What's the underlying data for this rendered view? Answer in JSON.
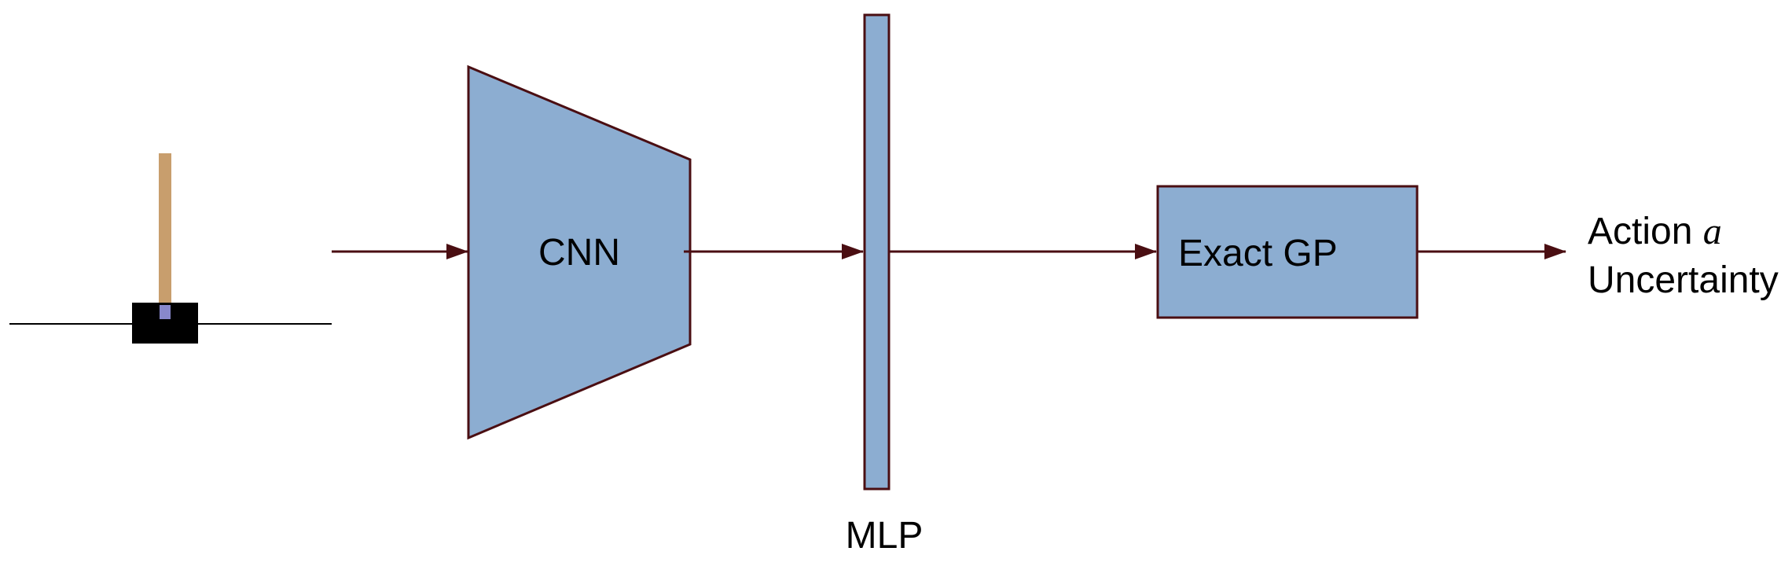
{
  "labels": {
    "cnn": "CNN",
    "mlp": "MLP",
    "gp": "Exact GP",
    "output_action": "Action",
    "output_action_var": "a",
    "output_uncertainty": "Uncertainty"
  },
  "colors": {
    "block_fill": "#8cadd1",
    "stroke": "#4a0e12",
    "arrow": "#4a0e12",
    "pole": "#c89e6d",
    "cart": "#000000",
    "axle": "#8888cc",
    "track": "#000000"
  },
  "icons": {
    "environment": "cartpole-icon"
  }
}
